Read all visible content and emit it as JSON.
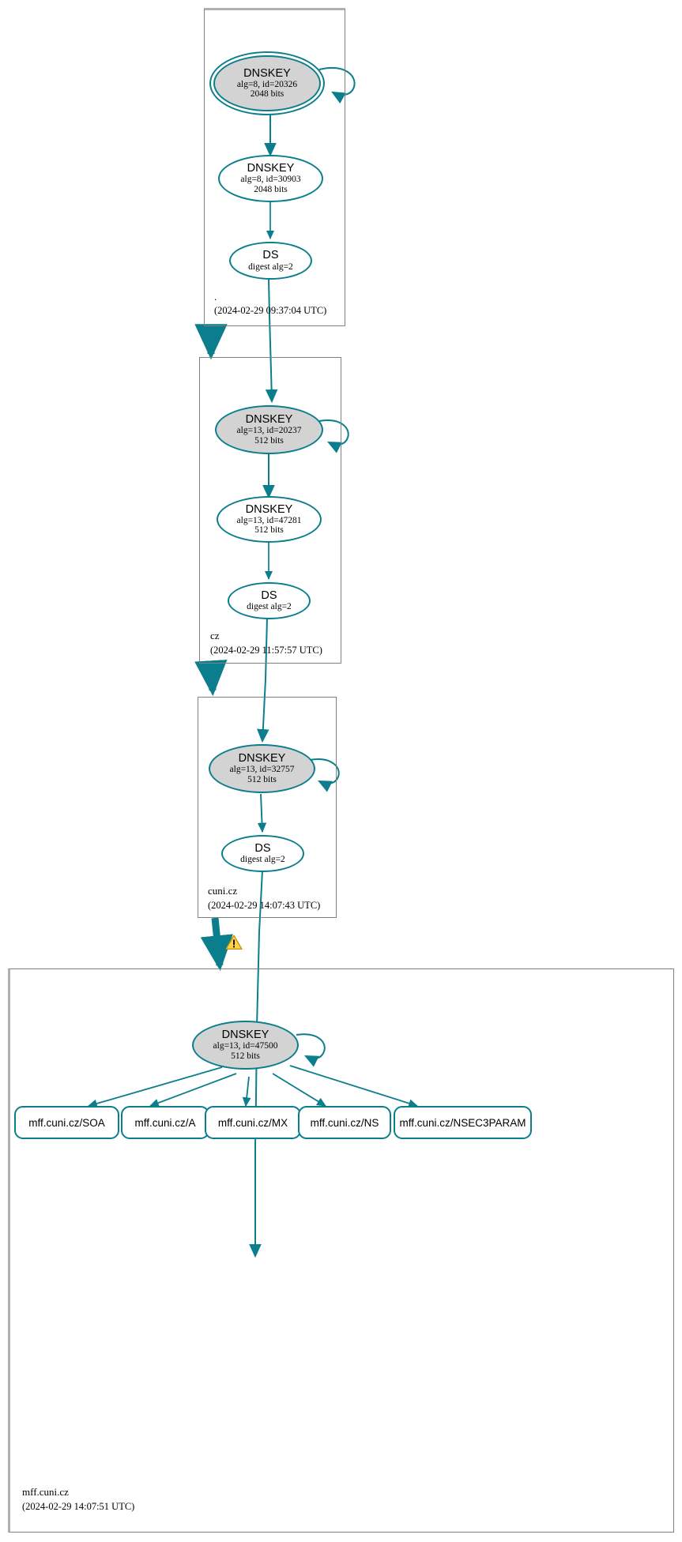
{
  "diagram": {
    "title": "DNSSEC authentication chain for mff.cuni.cz",
    "accent_color": "#0a7e8c",
    "secure_fill": "#d3d3d3",
    "box_border": "#808080",
    "warning_color": "#ffcc00"
  },
  "zones": [
    {
      "id": "root",
      "label": ".",
      "timestamp": "(2024-02-29 09:37:04 UTC)",
      "nodes": [
        {
          "id": "root-ksk",
          "title": "DNSKEY",
          "line2": "alg=8, id=20326",
          "line3": "2048 bits",
          "secure": true,
          "trust_anchor": true,
          "self_sign": true
        },
        {
          "id": "root-zsk",
          "title": "DNSKEY",
          "line2": "alg=8, id=30903",
          "line3": "2048 bits",
          "secure": false,
          "trust_anchor": false,
          "self_sign": false
        },
        {
          "id": "root-ds",
          "title": "DS",
          "line2": "digest alg=2",
          "line3": "",
          "secure": false,
          "trust_anchor": false,
          "self_sign": false
        }
      ]
    },
    {
      "id": "cz",
      "label": "cz",
      "timestamp": "(2024-02-29 11:57:57 UTC)",
      "nodes": [
        {
          "id": "cz-ksk",
          "title": "DNSKEY",
          "line2": "alg=13, id=20237",
          "line3": "512 bits",
          "secure": true,
          "trust_anchor": false,
          "self_sign": true
        },
        {
          "id": "cz-zsk",
          "title": "DNSKEY",
          "line2": "alg=13, id=47281",
          "line3": "512 bits",
          "secure": false,
          "trust_anchor": false,
          "self_sign": false
        },
        {
          "id": "cz-ds",
          "title": "DS",
          "line2": "digest alg=2",
          "line3": "",
          "secure": false,
          "trust_anchor": false,
          "self_sign": false
        }
      ]
    },
    {
      "id": "cuni",
      "label": "cuni.cz",
      "timestamp": "(2024-02-29 14:07:43 UTC)",
      "nodes": [
        {
          "id": "cuni-ksk",
          "title": "DNSKEY",
          "line2": "alg=13, id=32757",
          "line3": "512 bits",
          "secure": true,
          "trust_anchor": false,
          "self_sign": true
        },
        {
          "id": "cuni-ds",
          "title": "DS",
          "line2": "digest alg=2",
          "line3": "",
          "secure": false,
          "trust_anchor": false,
          "self_sign": false
        }
      ]
    },
    {
      "id": "mff",
      "label": "mff.cuni.cz",
      "timestamp": "(2024-02-29 14:07:51 UTC)",
      "nodes": [
        {
          "id": "mff-ksk",
          "title": "DNSKEY",
          "line2": "alg=13, id=47500",
          "line3": "512 bits",
          "secure": true,
          "trust_anchor": false,
          "self_sign": true
        }
      ],
      "rrsets": [
        {
          "id": "rr-soa",
          "label": "mff.cuni.cz/SOA"
        },
        {
          "id": "rr-a",
          "label": "mff.cuni.cz/A"
        },
        {
          "id": "rr-mx",
          "label": "mff.cuni.cz/MX"
        },
        {
          "id": "rr-ns",
          "label": "mff.cuni.cz/NS"
        },
        {
          "id": "rr-nsec3param",
          "label": "mff.cuni.cz/NSEC3PARAM"
        }
      ]
    }
  ],
  "annotations": [
    {
      "id": "delegation-warning",
      "icon": "warning-triangle-icon",
      "glyph": "!"
    }
  ]
}
